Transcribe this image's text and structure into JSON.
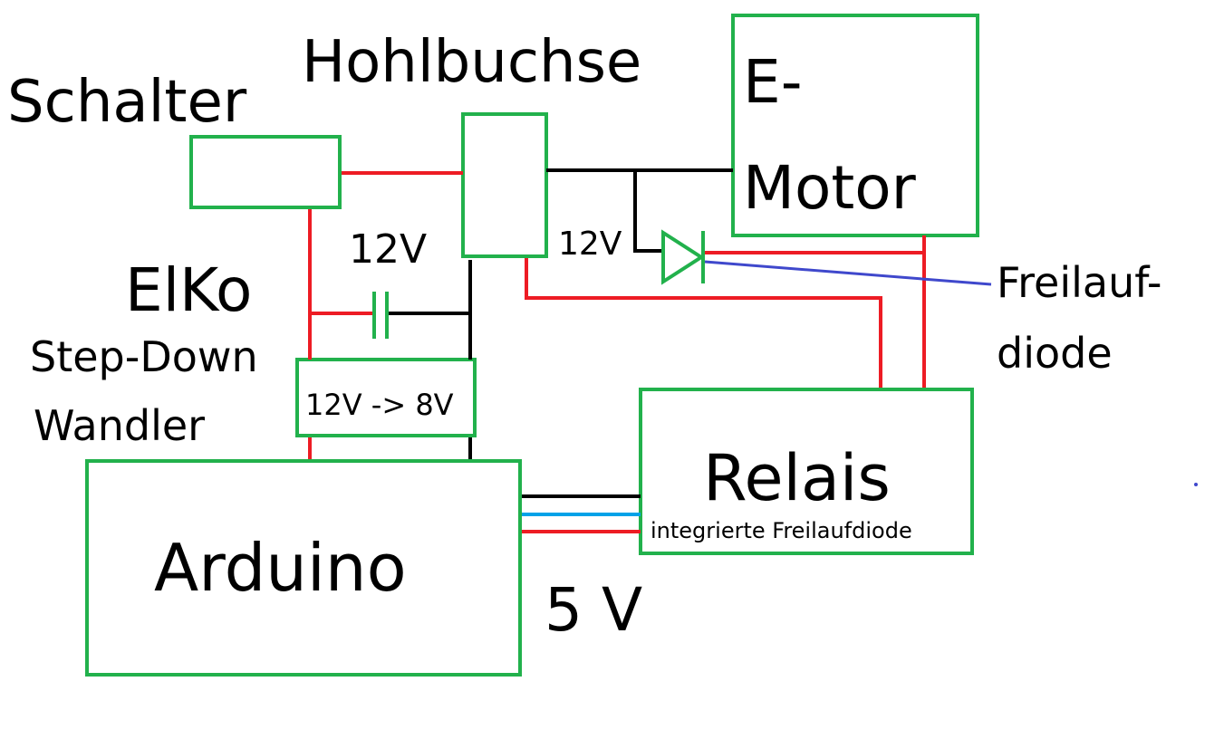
{
  "colors": {
    "box": "#22b14c",
    "wire_plus": "#ed1c24",
    "wire_ground": "#000000",
    "wire_signal": "#00a2e8",
    "pointer": "#3f48cc"
  },
  "labels": {
    "schalter": "Schalter",
    "hohlbuchse": "Hohlbuchse",
    "emotor_line1": "E-",
    "emotor_line2": "Motor",
    "elko": "ElKo",
    "v12_left": "12V",
    "v12_right": "12V",
    "stepdown_line1": "Step-Down",
    "stepdown_line2": "Wandler",
    "stepdown_box": "12V -> 8V",
    "freilauf_line1": "Freilauf-",
    "freilauf_line2": "diode",
    "relais": "Relais",
    "relais_sub": "integrierte Freilaufdiode",
    "arduino": "Arduino",
    "v5": "5 V"
  }
}
